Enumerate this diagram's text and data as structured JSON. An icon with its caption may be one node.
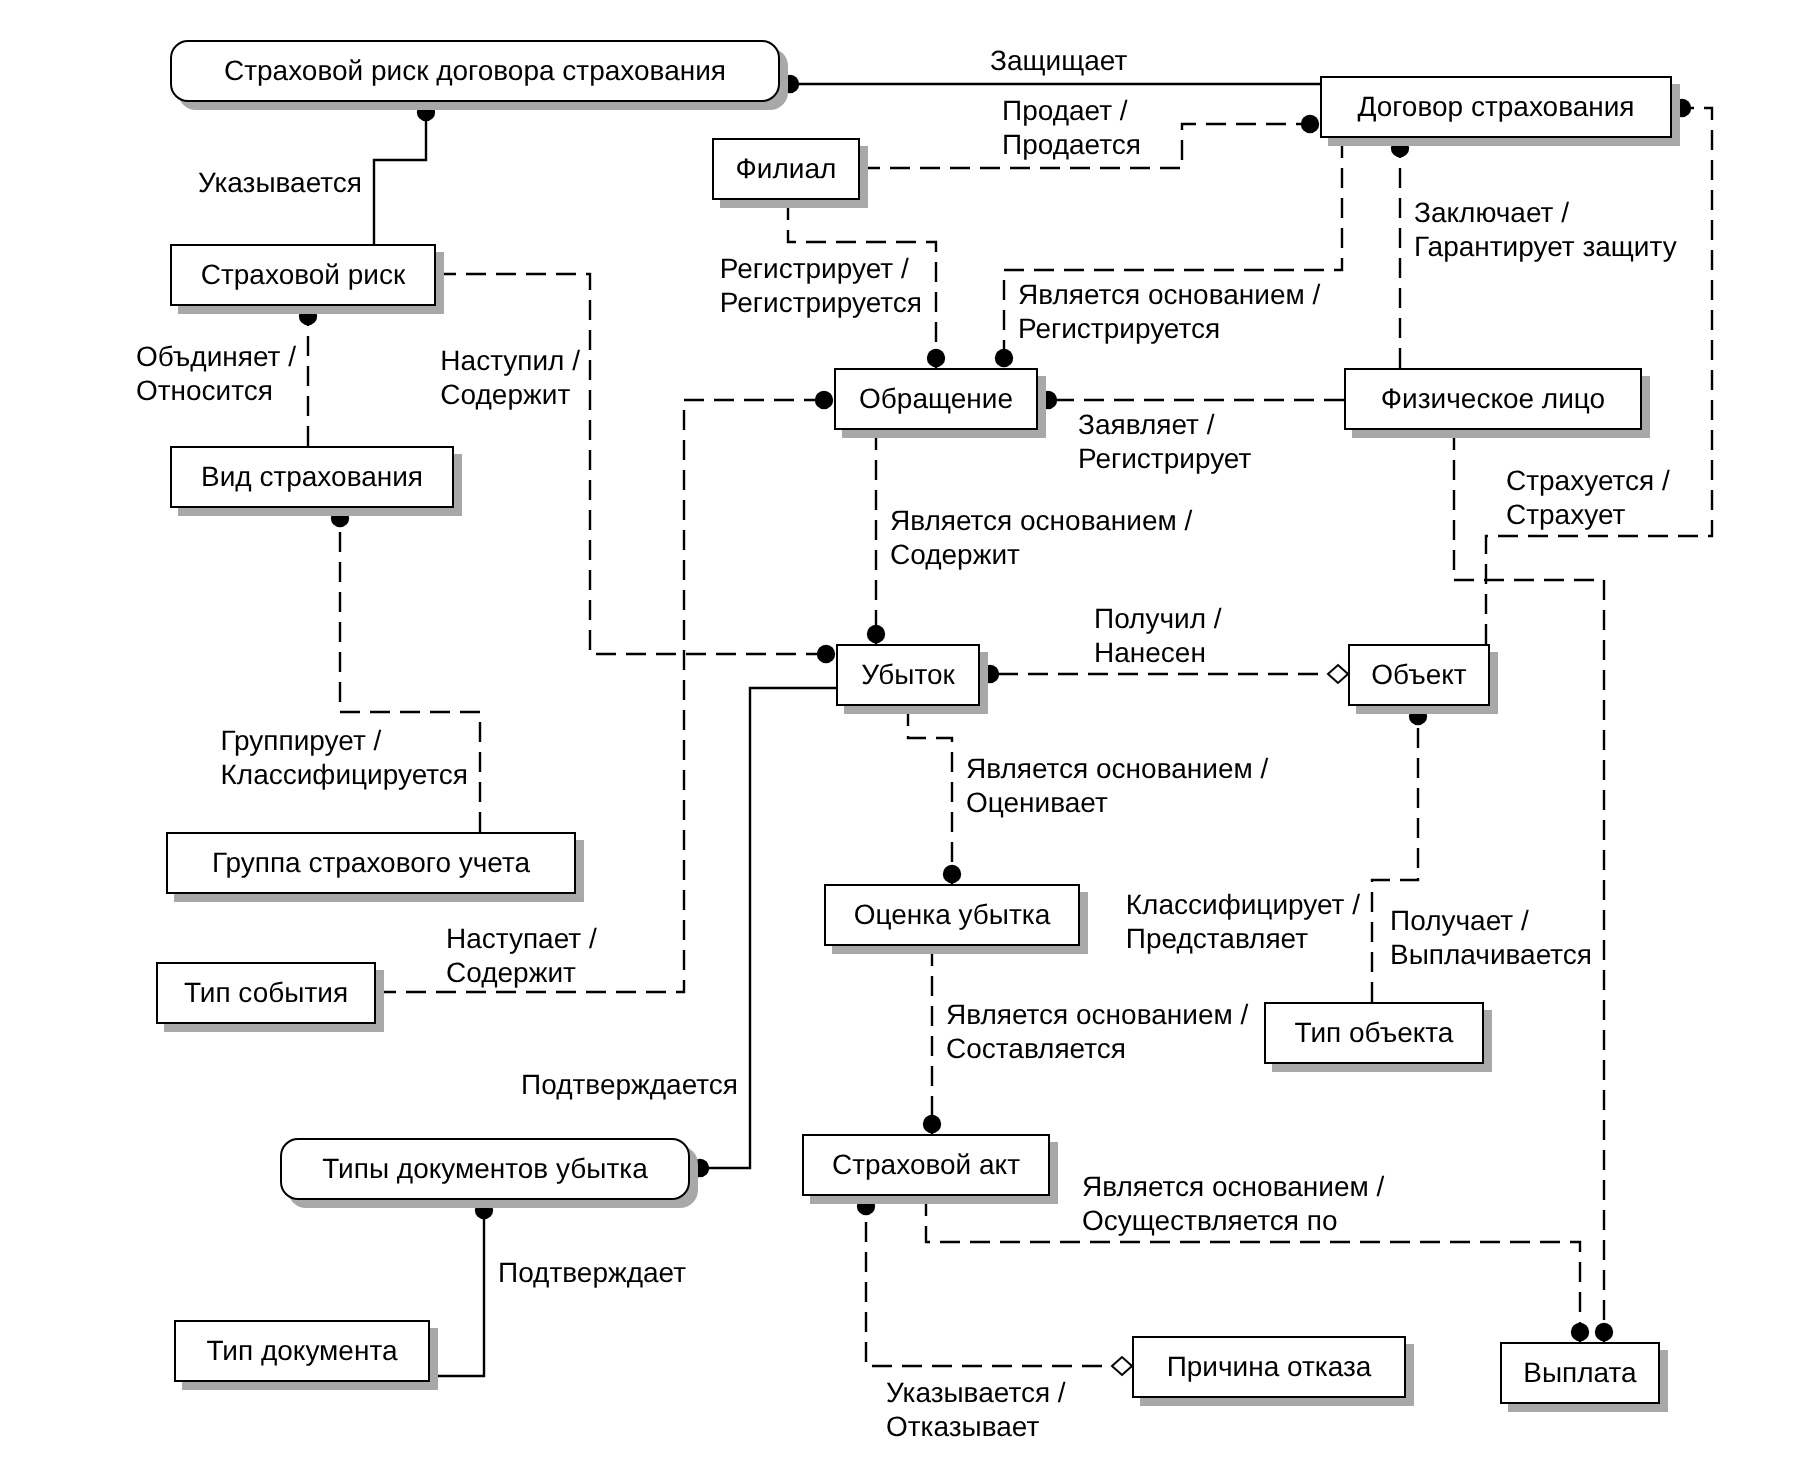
{
  "diagram": {
    "nodes": [
      {
        "text": [
          "Страховой риск договора страхования"
        ]
      },
      {
        "text": [
          "Договор страхования"
        ]
      },
      {
        "text": [
          "Филиал"
        ]
      },
      {
        "text": [
          "Страховой риск"
        ]
      },
      {
        "text": [
          "Обращение"
        ]
      },
      {
        "text": [
          "Физическое лицо"
        ]
      },
      {
        "text": [
          "Вид страхования"
        ]
      },
      {
        "text": [
          "Убыток"
        ]
      },
      {
        "text": [
          "Объект"
        ]
      },
      {
        "text": [
          "Группа страхового учета"
        ]
      },
      {
        "text": [
          "Оценка убытка"
        ]
      },
      {
        "text": [
          "Тип события"
        ]
      },
      {
        "text": [
          "Тип объекта"
        ]
      },
      {
        "text": [
          "Типы документов убытка"
        ]
      },
      {
        "text": [
          "Страховой акт"
        ]
      },
      {
        "text": [
          "Тип документа"
        ]
      },
      {
        "text": [
          "Причина отказа"
        ]
      },
      {
        "text": [
          "Выплата"
        ]
      }
    ],
    "edges": [
      {
        "from": 1,
        "to": 0,
        "arrow": "other",
        "label": "Защищает"
      },
      {
        "from": 3,
        "to": 0,
        "arrow": "other",
        "label": "Указывается"
      },
      {
        "from": 2,
        "to": 1,
        "arrow": "other",
        "label": "Продает / Продается",
        "style": "dashed"
      },
      {
        "from": 2,
        "to": 4,
        "arrow": "other",
        "label": "Регистрирует / Регистрируется",
        "style": "dashed"
      },
      {
        "from": 1,
        "to": 4,
        "arrow": "other",
        "label": "Является основанием / Регистрируется",
        "style": "dashed"
      },
      {
        "from": 5,
        "to": 4,
        "arrow": "other",
        "label": "Заявляет / Регистрирует",
        "style": "dashed"
      },
      {
        "from": 5,
        "to": 1,
        "arrow": "other",
        "label": "Заключает / Гарантирует защиту",
        "style": "dashed"
      },
      {
        "from": 8,
        "to": 1,
        "arrow": "other",
        "label": "Страхуется / Страхует",
        "style": "dashed"
      },
      {
        "from": 5,
        "to": 17,
        "arrow": "other",
        "label": "Получает / Выплачивается",
        "style": "dashed"
      },
      {
        "from": 6,
        "to": 3,
        "arrow": "other",
        "label": "Объдиняет / Относится",
        "style": "dashed"
      },
      {
        "from": 3,
        "to": 7,
        "arrow": "other",
        "label": "Наступил / Содержит",
        "style": "dashed"
      },
      {
        "from": 4,
        "to": 7,
        "arrow": "other",
        "label": "Является основанием / Содержит",
        "style": "dashed"
      },
      {
        "from": 11,
        "to": 4,
        "arrow": "other",
        "label": "Наступает / Содержит",
        "style": "dashed"
      },
      {
        "from": 9,
        "to": 6,
        "arrow": "other",
        "label": "Группирует / Классифицируется",
        "style": "dashed"
      },
      {
        "from": 7,
        "to": 10,
        "arrow": "other",
        "label": "Является основанием / Оценивает",
        "style": "dashed"
      },
      {
        "from": 7,
        "to": 13,
        "arrow": "other",
        "label": "Подтверждается"
      },
      {
        "from": 12,
        "to": 8,
        "arrow": "other",
        "label": "Классифицирует / Представляет",
        "style": "dashed"
      },
      {
        "from": 8,
        "to": 7,
        "arrow": "other",
        "label": "Получил / Нанесен",
        "style": "dashed"
      },
      {
        "from": 10,
        "to": 14,
        "arrow": "other",
        "label": "Является основанием / Составляется",
        "style": "dashed"
      },
      {
        "from": 15,
        "to": 13,
        "arrow": "other",
        "label": "Подтверждает"
      },
      {
        "from": 14,
        "to": 17,
        "arrow": "other",
        "label": "Является основанием / Осуществляется по",
        "style": "dashed"
      },
      {
        "from": 16,
        "to": 14,
        "arrow": "other",
        "label": "Указывается / Отказывает",
        "style": "dashed"
      }
    ]
  }
}
